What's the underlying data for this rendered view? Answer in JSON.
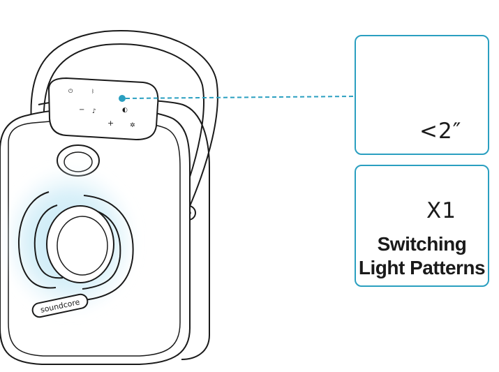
{
  "product": {
    "brand": "soundcore"
  },
  "icons": {
    "light_button": "sun-icon",
    "press": "tap-hand-icon",
    "hold_timer": "clock-icon"
  },
  "colors": {
    "accent": "#2a9fc0",
    "glow": "#a9dcef",
    "outline": "#1a1a1a"
  },
  "instructions": {
    "hold": {
      "duration": "<2″"
    },
    "press": {
      "count": "X1",
      "caption_line1": "Switching",
      "caption_line2": "Light Patterns"
    }
  }
}
